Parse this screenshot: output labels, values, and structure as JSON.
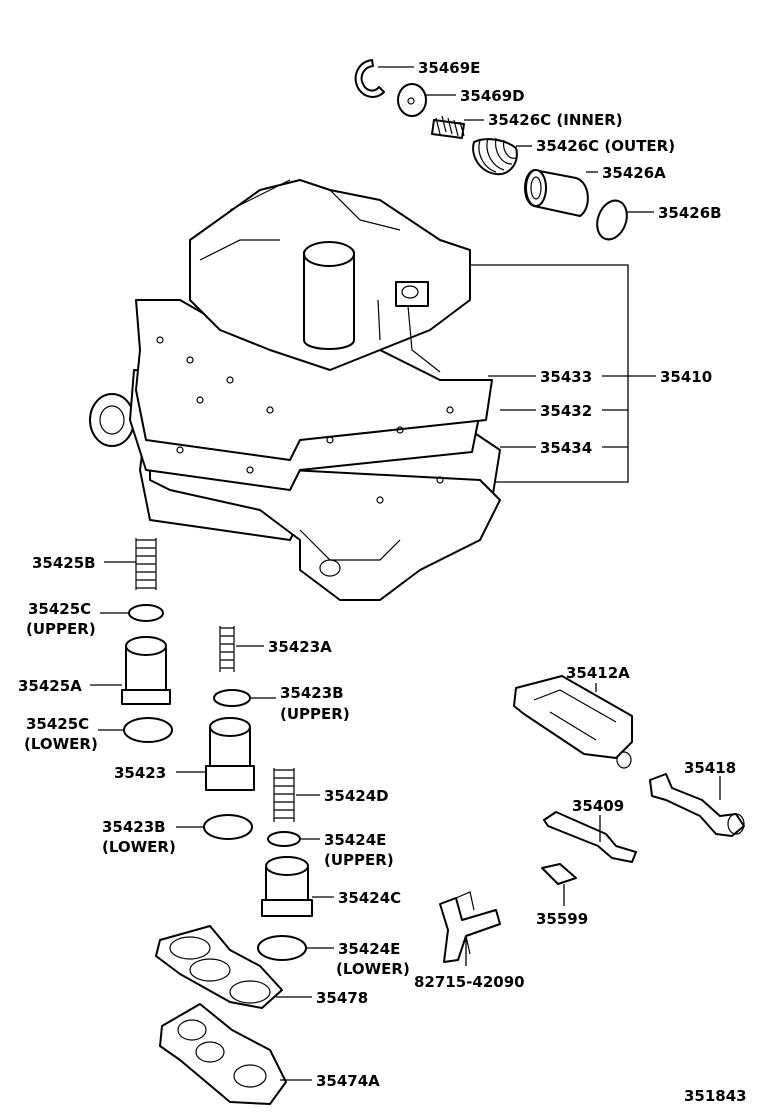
{
  "diagram": {
    "callouts": {
      "c35469E": "35469E",
      "c35469D": "35469D",
      "c35426C_inner": "35426C (INNER)",
      "c35426C_outer": "35426C (OUTER)",
      "c35426A": "35426A",
      "c35426B": "35426B",
      "c35433": "35433",
      "c35410": "35410",
      "c35432": "35432",
      "c35434": "35434",
      "c35425B": "35425B",
      "c35425C_upper": "35425C",
      "c35425C_upper_note": "(UPPER)",
      "c35423A": "35423A",
      "c35425A": "35425A",
      "c35423B_upper": "35423B",
      "c35423B_upper_note": "(UPPER)",
      "c35425C_lower": "35425C",
      "c35425C_lower_note": "(LOWER)",
      "c35423": "35423",
      "c35424D": "35424D",
      "c35423B_lower": "35423B",
      "c35423B_lower_note": "(LOWER)",
      "c35424E_upper": "35424E",
      "c35424E_upper_note": "(UPPER)",
      "c35424C": "35424C",
      "c35424E_lower": "35424E",
      "c35424E_lower_note": "(LOWER)",
      "c35478": "35478",
      "c35474A": "35474A",
      "c35412A": "35412A",
      "c35418": "35418",
      "c35409": "35409",
      "c35599": "35599",
      "c82715": "82715-42090"
    },
    "figure_number": "351843"
  }
}
